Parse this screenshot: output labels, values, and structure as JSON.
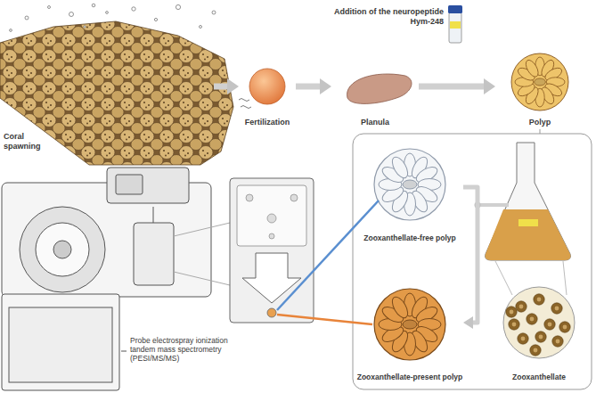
{
  "diagram": {
    "nodes": [
      {
        "text": [
          "Coral spawning"
        ]
      },
      {
        "text": [
          "Fertilization"
        ]
      },
      {
        "text": [
          "Planula"
        ]
      },
      {
        "text": [
          "Polyp"
        ]
      },
      {
        "text": [
          "Zooxanthellate-free polyp"
        ]
      },
      {
        "text": [
          "Zooxanthellate-present polyp"
        ]
      },
      {
        "text": [
          "Zooxanthellate"
        ]
      },
      {
        "text": [
          "Probe electrospray ionization tandem mass spectrometry (PESI/MS/MS)"
        ]
      }
    ],
    "edges": [
      {
        "from": 0,
        "to": 1,
        "arrow": "to"
      },
      {
        "from": 1,
        "to": 2,
        "arrow": "to"
      },
      {
        "from": 2,
        "to": 3,
        "arrow": "to"
      },
      {
        "from": 4,
        "to": 5,
        "arrow": "to"
      }
    ],
    "labels": [
      "Addition of the neuropeptide Hym-248"
    ]
  }
}
